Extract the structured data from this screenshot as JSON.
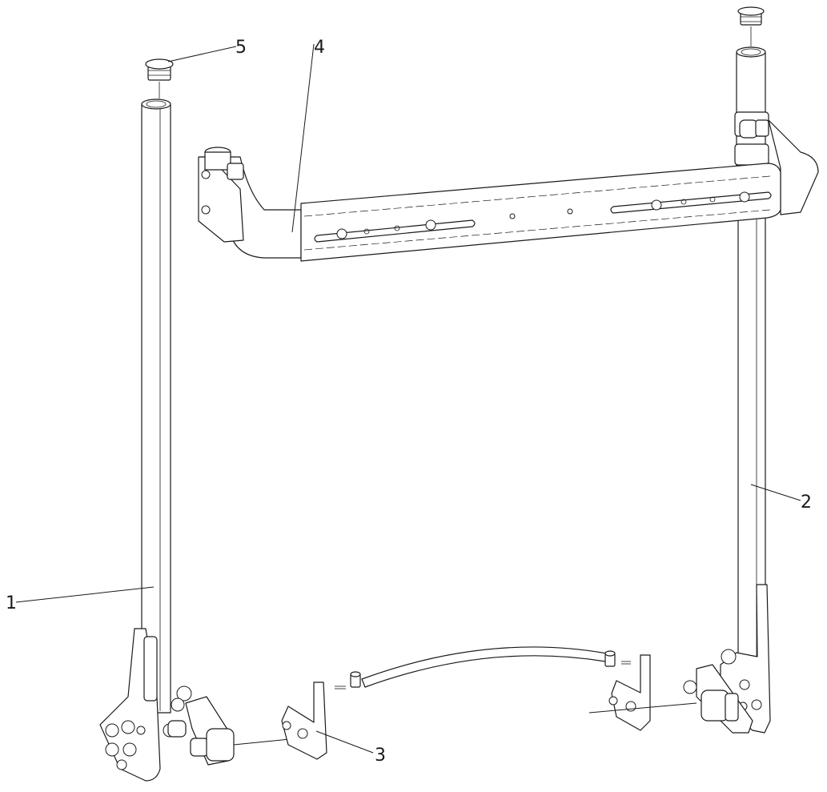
{
  "diagram": {
    "type": "exploded-assembly-drawing",
    "callouts": [
      {
        "id": "1",
        "label": "1"
      },
      {
        "id": "2",
        "label": "2"
      },
      {
        "id": "3",
        "label": "3"
      },
      {
        "id": "4",
        "label": "4"
      },
      {
        "id": "5",
        "label": "5"
      }
    ]
  }
}
